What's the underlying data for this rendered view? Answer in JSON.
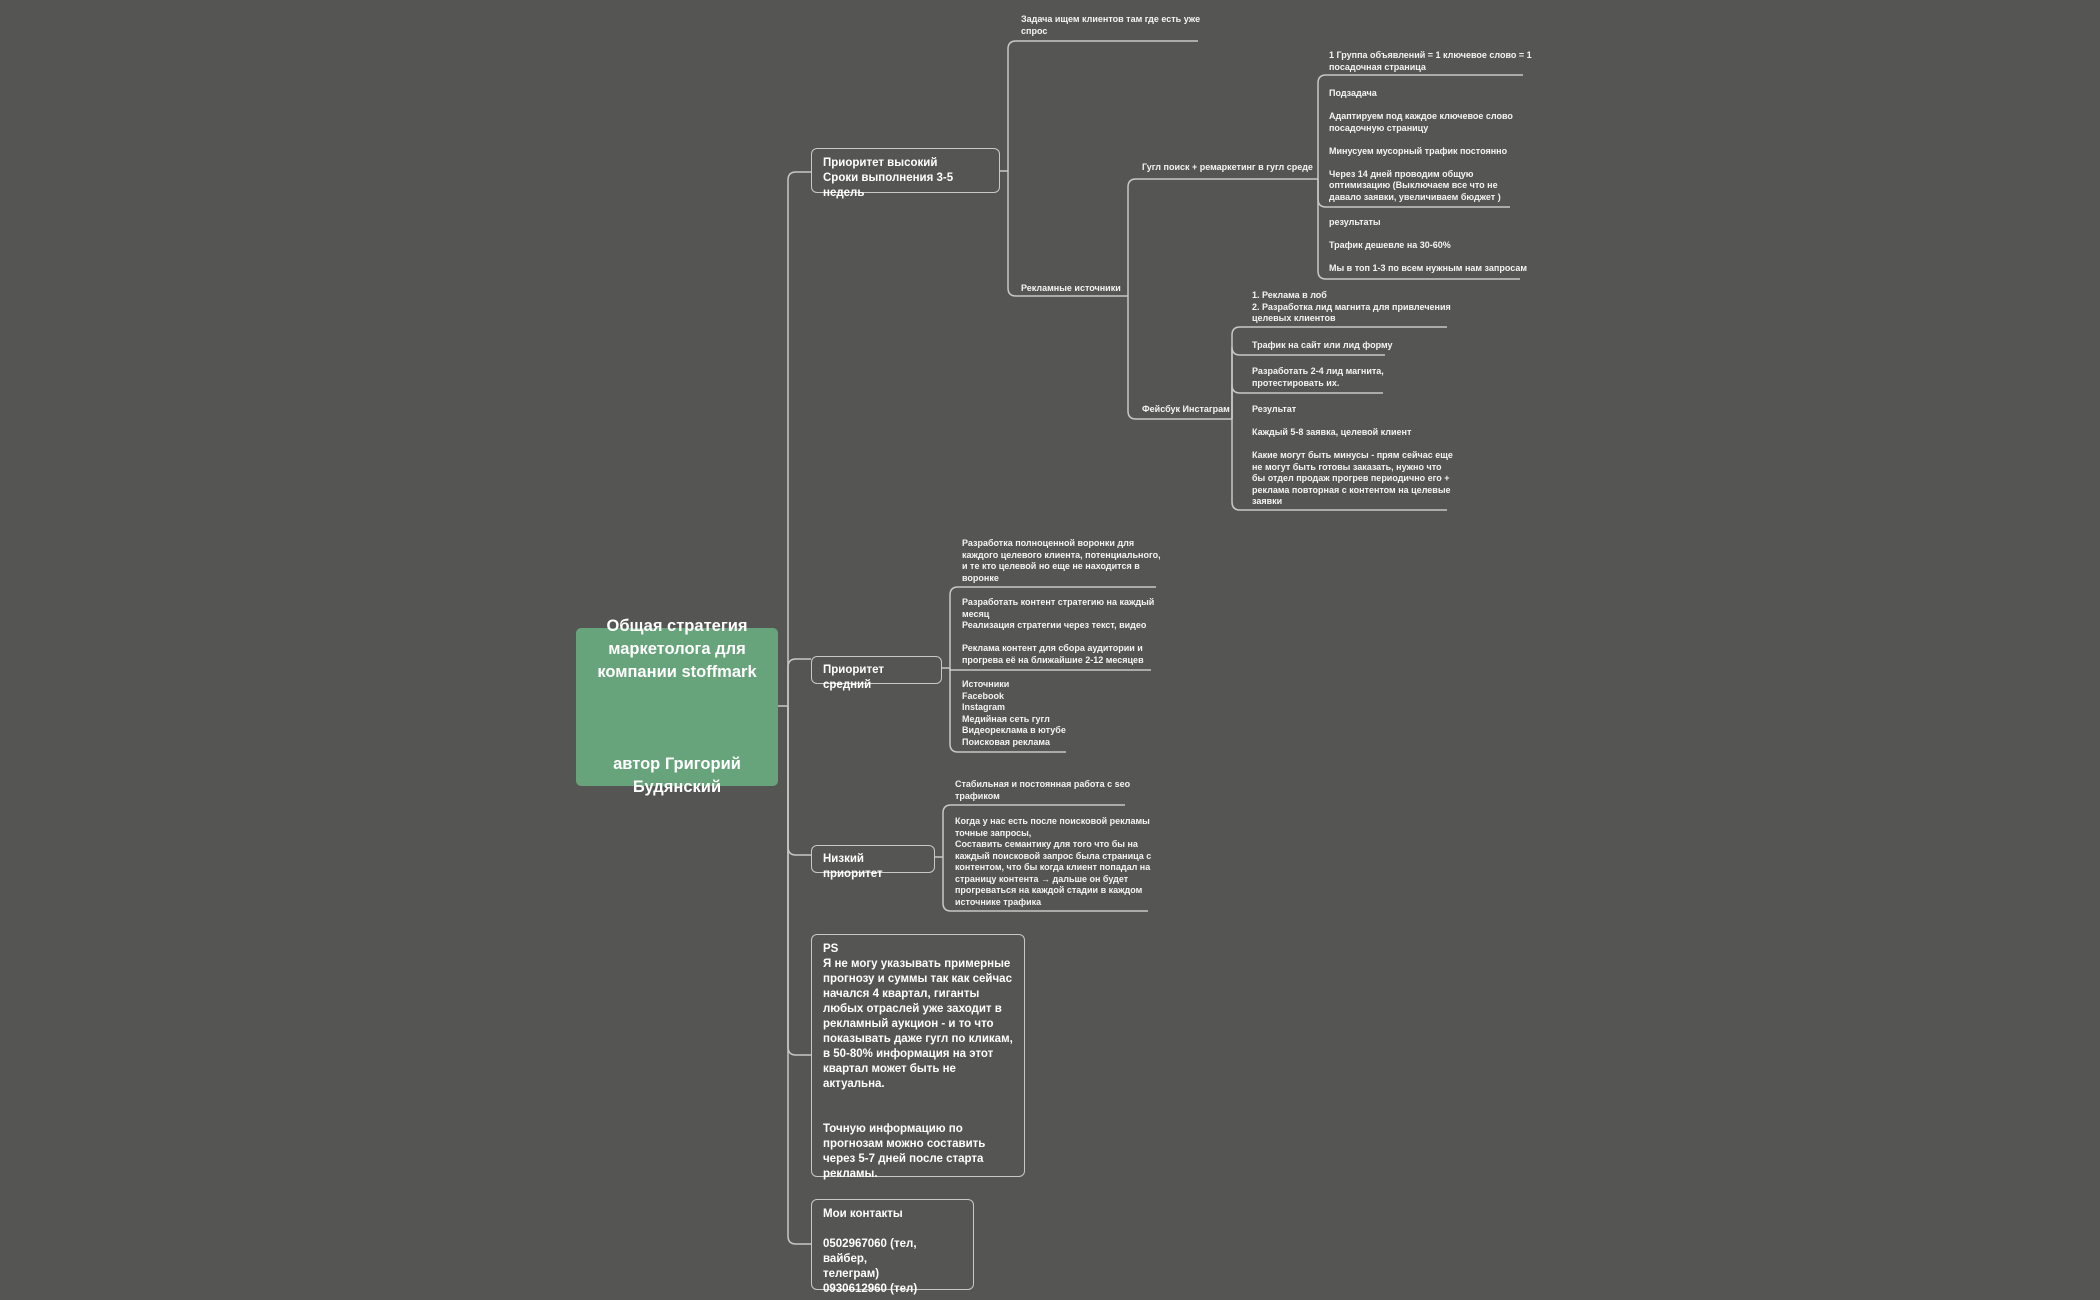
{
  "root": {
    "title": "Общая стратегия маркетолога для компании stoffmark",
    "author": "автор Григорий Будянский"
  },
  "high": {
    "label": "Приоритет высокий\nСроки выполнения 3-5 недель",
    "task": "Задача ищем клиентов там где есть уже\nспрос",
    "sources": "Рекламные источники",
    "google": {
      "label": "Гугл поиск + ремаркетинг в гугл среде",
      "group": "1 Группа объявлений = 1 ключевое слово = 1\nпосадочная страница",
      "subtask": "Подзадача\n\nАдаптируем под каждое ключевое слово\nпосадочную страницу\n\nМинусуем мусорный трафик постоянно\n\nЧерез 14 дней проводим общую\nоптимизацию (Выключаем все что не\nдавало заявки, увеличиваем бюджет )",
      "results": "результаты\n\nТрафик дешевле на 30-60%\n\nМы в топ 1-3 по всем нужным нам запросам"
    },
    "facebook": {
      "label": "Фейсбук Инстаграм",
      "ads": "1. Реклама в лоб\n2. Разработка лид магнита для привлечения\nцелевых клиентов",
      "traffic": "Трафик на сайт или лид форму",
      "magnets": "Разработать 2-4 лид магнита,\nпротестировать их.",
      "result": "Результат\n\nКаждый 5-8 заявка, целевой клиент\n\nКакие могут быть минусы - прям сейчас еще\nне могут быть готовы заказать, нужно что\nбы отдел продаж прогрев периодично его +\nреклама повторная с контентом на целевые\nзаявки"
    }
  },
  "medium": {
    "label": "Приоритет средний",
    "funnel": "Разработка полноценной воронки для\nкаждого целевого клиента, потенциального,\nи те кто целевой но еще не находится в\nворонке",
    "content": "Разработать контент стратегию на каждый\nмесяц\nРеализация стратегии через текст, видео\n\nРеклама контент для сбора аудитории и\nпрогрева её на ближайшие 2-12 месяцев",
    "channels": "Источники\nFacebook\nInstagram\nМедийная сеть гугл\nВидеореклама в ютубе\nПоисковая реклама"
  },
  "low": {
    "label": "Низкий приоритет",
    "seo": "Стабильная и постоянная работа с seo\nтрафиком",
    "semantic": "Когда у нас есть после поисковой рекламы\nточные запросы,\nСоставить семантику для того что бы на\nкаждый поисковой запрос была страница с\nконтентом, что бы когда клиент попадал на\nстраницу контента → дальше он будет\nпрогреваться на каждой стадии в каждом\nисточнике трафика"
  },
  "ps": {
    "text": "PS\nЯ не могу указывать примерные\nпрогнозу и суммы так как сейчас\nначался 4 квартал, гиганты\nлюбых отраслей уже заходит в\nрекламный аукцион - и то что\nпоказывать даже гугл по кликам,\nв 50-80% информация на этот\nквартал может быть не актуальна.\n\n\nТочную информацию по\nпрогнозам можно составить\nчерез 5-7 дней после старта\nрекламы."
  },
  "contacts": {
    "text": "Мои контакты\n\n0502967060 (тел, вайбер,\nтелеграм)\n0930612960 (тел)"
  },
  "colors": {
    "background": "#555653",
    "root": "#67a37b",
    "line": "#c8c8c4"
  }
}
